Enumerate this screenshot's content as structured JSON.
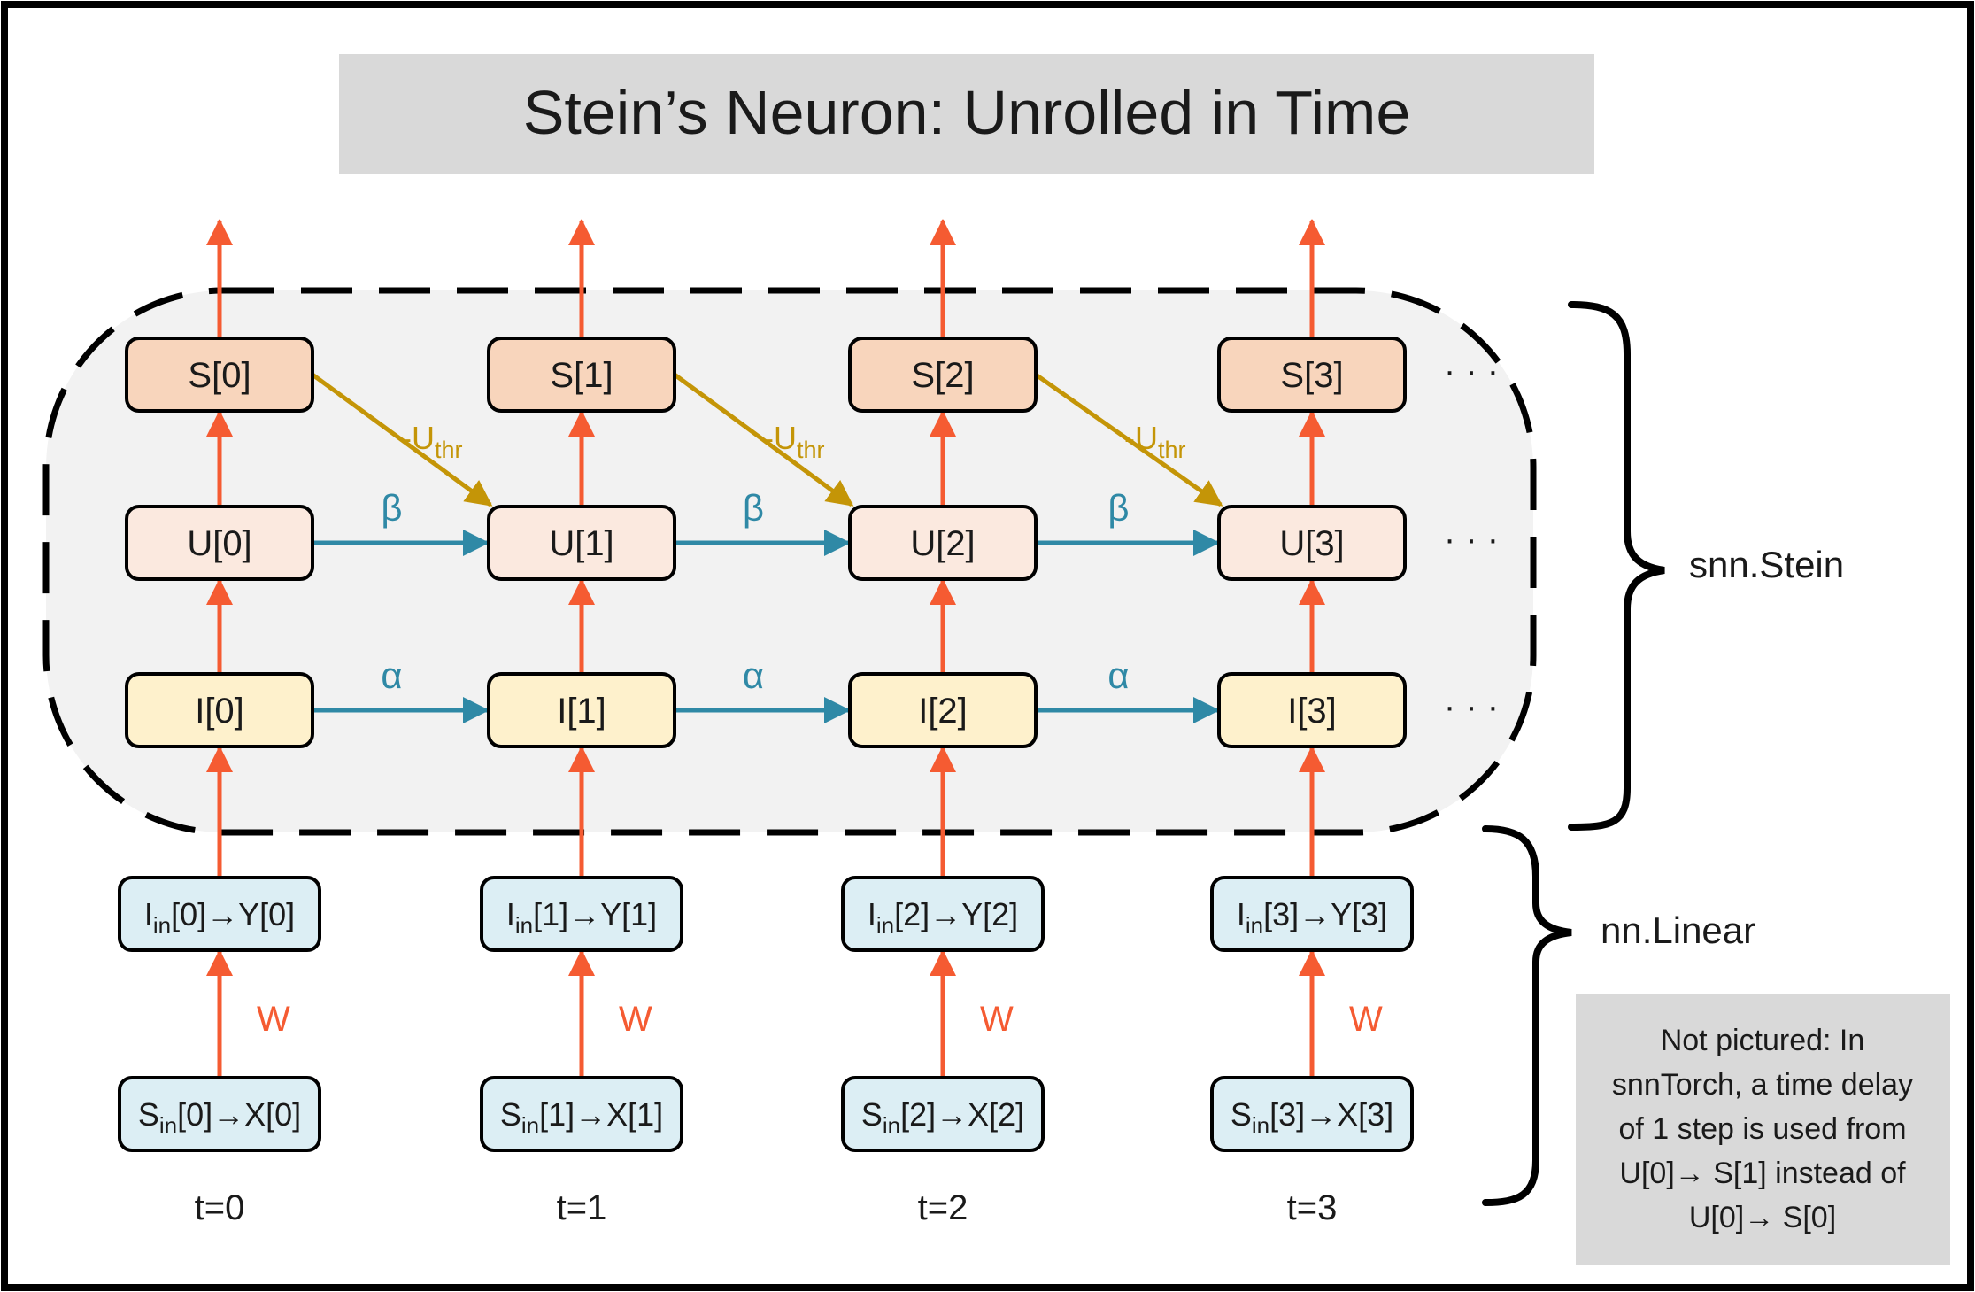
{
  "title": "Stein’s Neuron: Unrolled in Time",
  "timesteps": [
    {
      "s": "S[0]",
      "u": "U[0]",
      "i": "I[0]",
      "lin_main": "I",
      "lin_sub": "in",
      "lin_rest": "[0]→Y[0]",
      "sin_main": "S",
      "sin_sub": "in",
      "sin_rest": "[0]→X[0]",
      "t": "t=0"
    },
    {
      "s": "S[1]",
      "u": "U[1]",
      "i": "I[1]",
      "lin_main": "I",
      "lin_sub": "in",
      "lin_rest": "[1]→Y[1]",
      "sin_main": "S",
      "sin_sub": "in",
      "sin_rest": "[1]→X[1]",
      "t": "t=1"
    },
    {
      "s": "S[2]",
      "u": "U[2]",
      "i": "I[2]",
      "lin_main": "I",
      "lin_sub": "in",
      "lin_rest": "[2]→Y[2]",
      "sin_main": "S",
      "sin_sub": "in",
      "sin_rest": "[2]→X[2]",
      "t": "t=2"
    },
    {
      "s": "S[3]",
      "u": "U[3]",
      "i": "I[3]",
      "lin_main": "I",
      "lin_sub": "in",
      "lin_rest": "[3]→Y[3]",
      "sin_main": "S",
      "sin_sub": "in",
      "sin_rest": "[3]→X[3]",
      "t": "t=3"
    }
  ],
  "labels": {
    "beta": "β",
    "alpha": "α",
    "weight": "W",
    "reset_main": "-U",
    "reset_sub": "thr",
    "ellipsis": "· · ·"
  },
  "brackets": {
    "stein": "snn.Stein",
    "linear": "nn.Linear"
  },
  "note": {
    "lines": [
      "Not pictured: In",
      "snnTorch, a time delay",
      "of 1 step is used from",
      "U[0]→ S[1] instead of",
      "U[0]→ S[0]"
    ]
  },
  "colors": {
    "spike_fill": "#f8d5bc",
    "membrane_fill": "#fbe9df",
    "current_fill": "#fef1cc",
    "linear_fill": "#dceef4",
    "region_fill": "#f2f2f2",
    "title_fill": "#d9d9d9",
    "note_fill": "#d9d9d9",
    "orange_arrow": "#f55b32",
    "teal_arrow": "#2f89a6",
    "gold_arrow": "#c49507"
  }
}
